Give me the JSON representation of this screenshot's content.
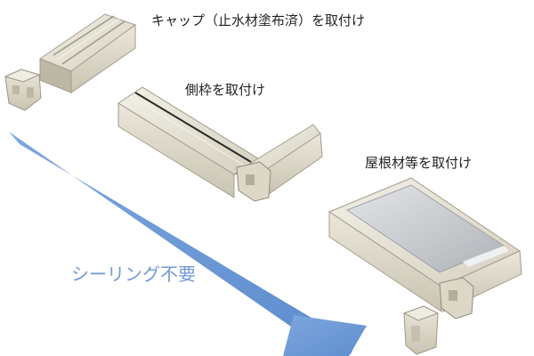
{
  "colors": {
    "arrow": "#6f9ad6",
    "note_text": "#6f9ad6",
    "frame_light": "#e4e0d2",
    "frame_mid": "#cdc8b7",
    "frame_dark": "#a29d8c",
    "glass": "#c6c9cc",
    "label_text": "#222222"
  },
  "steps": [
    {
      "label": "キャップ（止水材塗布済）を取付け"
    },
    {
      "label": "側枠を取付け"
    },
    {
      "label": "屋根材等を取付け"
    }
  ],
  "note": {
    "label": "シーリング不要"
  },
  "icons": [
    "arrow-icon"
  ]
}
